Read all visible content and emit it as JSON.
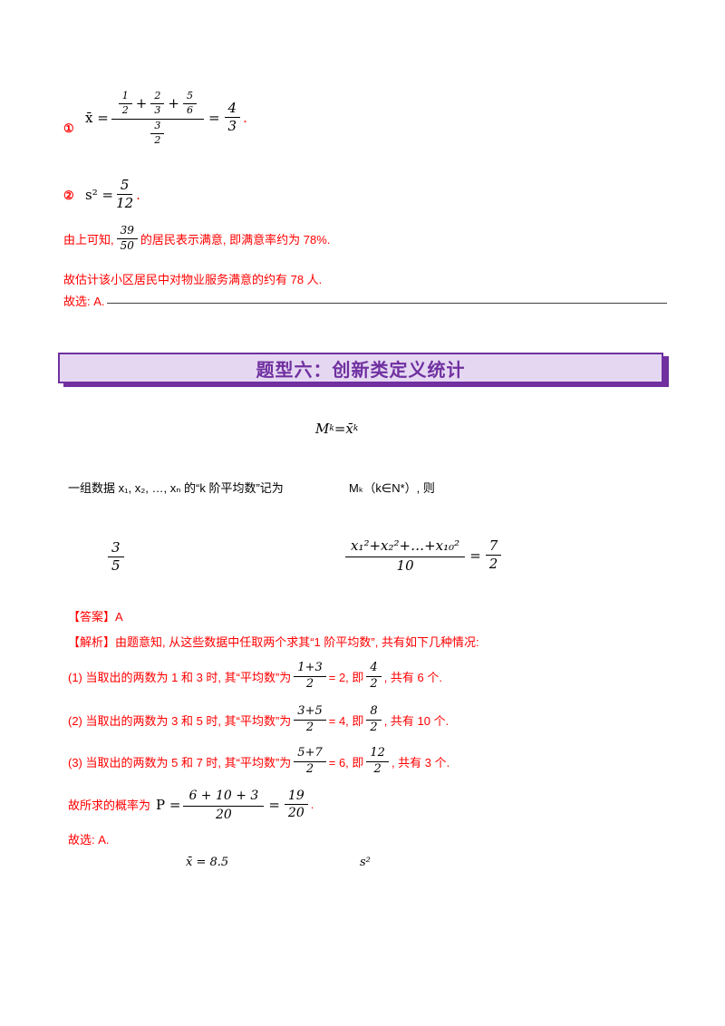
{
  "colors": {
    "red": "#ff0000",
    "text": "#000000",
    "banner_border": "#7030a0",
    "banner_bg": "#e5d7f2",
    "banner_text": "#7030a0",
    "divider": "#3f3f3f"
  },
  "prev": {
    "item1": {
      "marker": "①",
      "lhs": "x̄ =",
      "nf1": {
        "n": "1",
        "d": "2"
      },
      "op1": "+",
      "nf2": {
        "n": "2",
        "d": "3"
      },
      "op2": "+",
      "nf3": {
        "n": "5",
        "d": "6"
      },
      "dfrac": {
        "n": "3",
        "d": "2"
      },
      "eq": "=",
      "res": {
        "n": "4",
        "d": "3"
      },
      "period": "."
    },
    "item2": {
      "marker": "②",
      "lhs": "s² =",
      "res": {
        "n": "5",
        "d": "12"
      },
      "period": "."
    },
    "note1_pre": "由上可知,",
    "note1_frac": {
      "n": "39",
      "d": "50"
    },
    "note1_post": "的居民表示满意, 即满意率约为 78%.",
    "note2": "故估计该小区居民中对物业服务满意的约有 78 人.",
    "choice": "故选: A."
  },
  "banner": {
    "title": "题型六：创新类定义统计"
  },
  "intro": {
    "m": "M",
    "sub": "k",
    "eq": " = ",
    "base": "x̄",
    "sup": "k"
  },
  "problem": {
    "part1": "一组数据 x₁, x₂, …, xₙ 的“k 阶平均数”记为",
    "part2": "Mₖ（k∈N*）, 则"
  },
  "display": {
    "left": {
      "n": "3",
      "d": "5"
    },
    "right": {
      "num": "x₁²+x₂²+…+x₁₀²",
      "den": "10",
      "eq": "=",
      "res": {
        "n": "7",
        "d": "2"
      }
    }
  },
  "answer": "【答案】A",
  "analysis": "【解析】由题意知, 从这些数据中任取两个求其“1 阶平均数”, 共有如下几种情况:",
  "cases": [
    {
      "pre": "(1) 当取出的两数为 1 和 3 时, 其“平均数”为",
      "f1": {
        "n": "1+3",
        "d": "2"
      },
      "mid": "= 2, 即",
      "f2": {
        "n": "4",
        "d": "2"
      },
      "post": ", 共有 6 个."
    },
    {
      "pre": "(2) 当取出的两数为 3 和 5 时, 其“平均数”为",
      "f1": {
        "n": "3+5",
        "d": "2"
      },
      "mid": "= 4, 即",
      "f2": {
        "n": "8",
        "d": "2"
      },
      "post": ", 共有 10 个."
    },
    {
      "pre": "(3) 当取出的两数为 5 和 7 时, 其“平均数”为",
      "f1": {
        "n": "5+7",
        "d": "2"
      },
      "mid": "= 6, 即",
      "f2": {
        "n": "12",
        "d": "2"
      },
      "post": ", 共有 3 个."
    }
  ],
  "final": {
    "pre": "故所求的概率为",
    "lhs": "P =",
    "num": "6 + 10 + 3",
    "den": "20",
    "eq": "=",
    "res": {
      "n": "19",
      "d": "20"
    },
    "period": "."
  },
  "choice2": "故选: A.",
  "footer": {
    "left": "x̄ = 8.5",
    "right": "s²"
  }
}
